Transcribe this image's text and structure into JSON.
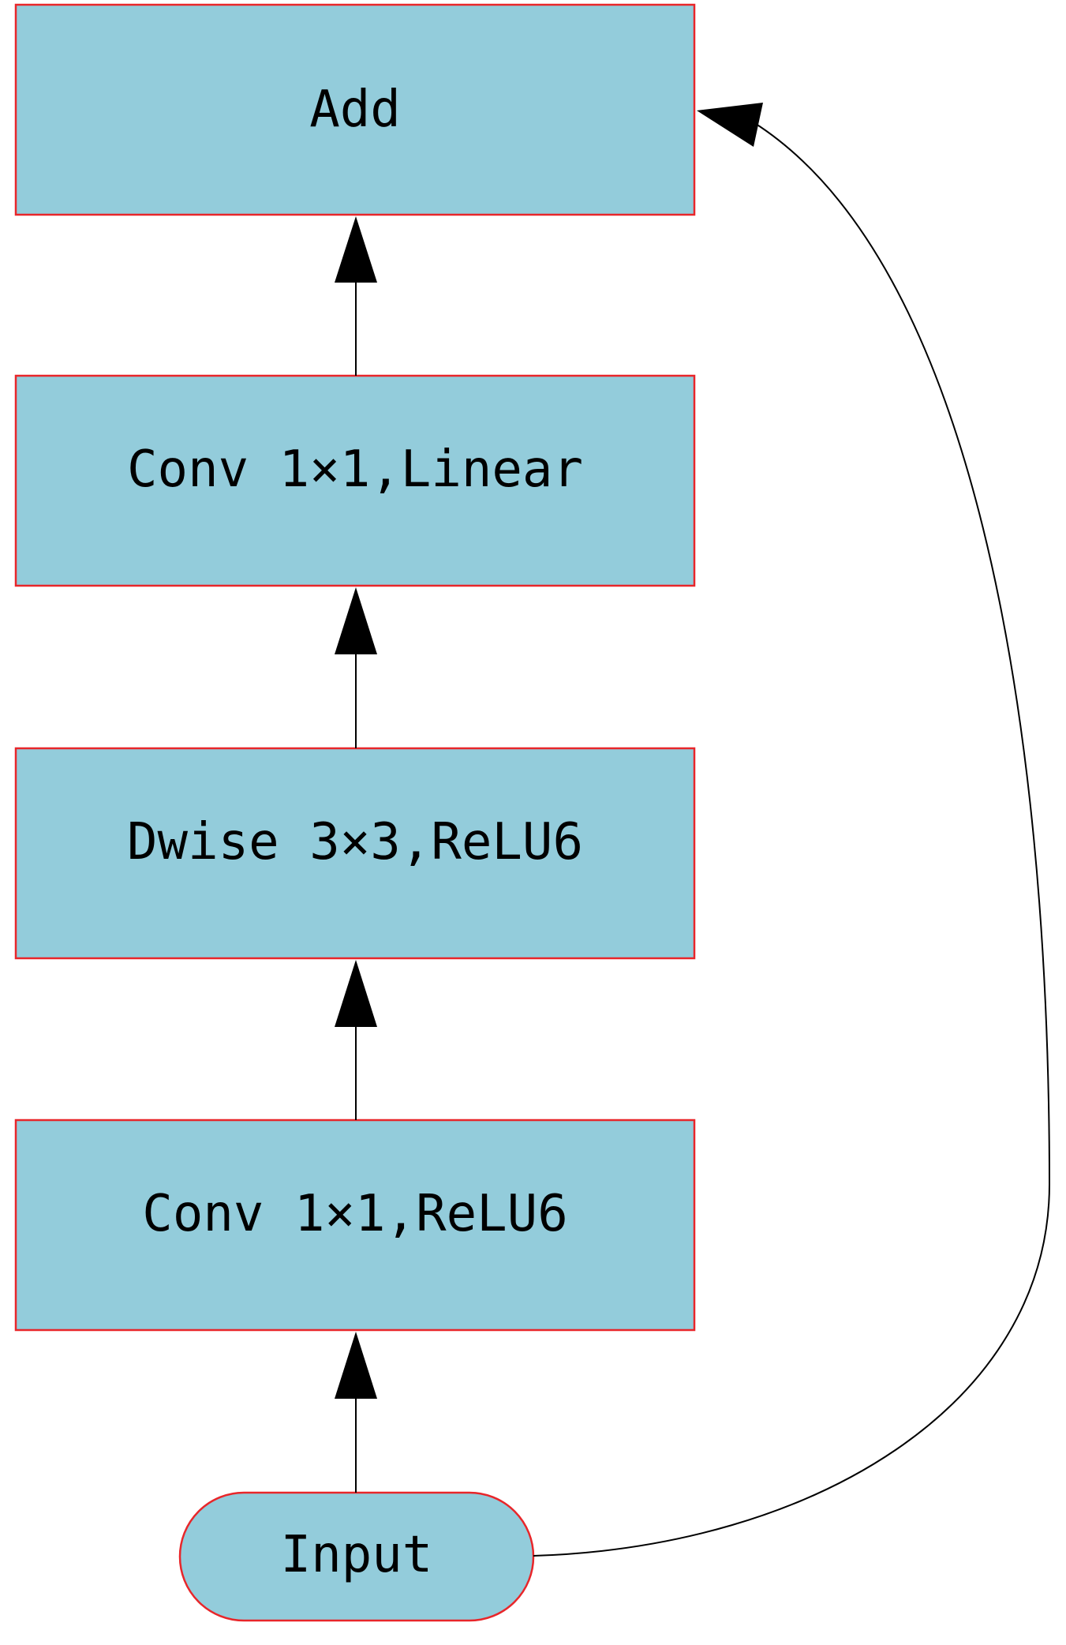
{
  "diagram": {
    "nodes": [
      {
        "id": "add",
        "label": "Add"
      },
      {
        "id": "conv-linear",
        "label": "Conv 1×1,Linear"
      },
      {
        "id": "dwise",
        "label": "Dwise 3×3,ReLU6"
      },
      {
        "id": "conv-relu6",
        "label": "Conv 1×1,ReLU6"
      },
      {
        "id": "input",
        "label": "Input"
      }
    ],
    "edges": [
      {
        "from": "input",
        "to": "conv-relu6"
      },
      {
        "from": "conv-relu6",
        "to": "dwise"
      },
      {
        "from": "dwise",
        "to": "conv-linear"
      },
      {
        "from": "conv-linear",
        "to": "add"
      },
      {
        "from": "input",
        "to": "add",
        "kind": "skip-connection"
      }
    ],
    "colors": {
      "node_fill": "#93ccdb",
      "node_stroke": "#e8262a",
      "edge": "#000000"
    }
  }
}
